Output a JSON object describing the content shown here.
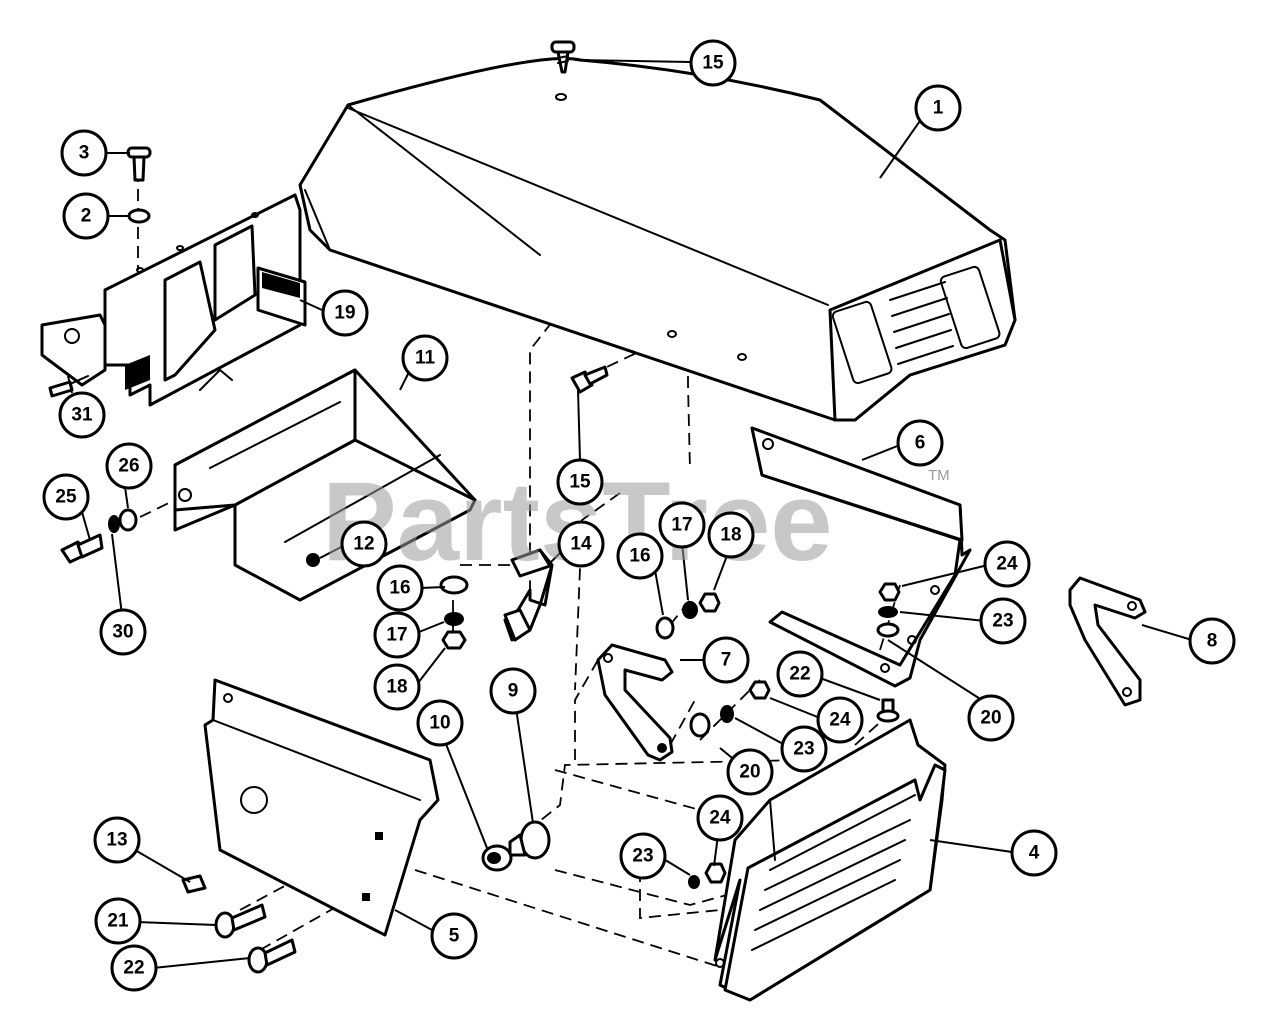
{
  "watermark": {
    "text": "PartsTree",
    "trademark": "TM"
  },
  "callouts": [
    "15",
    "1",
    "3",
    "2",
    "19",
    "31",
    "11",
    "26",
    "25",
    "30",
    "12",
    "15",
    "6",
    "16",
    "17",
    "18",
    "14",
    "16",
    "17",
    "18",
    "24",
    "23",
    "8",
    "7",
    "22",
    "24",
    "23",
    "20",
    "20",
    "9",
    "10",
    "24",
    "23",
    "4",
    "13",
    "21",
    "22",
    "5"
  ]
}
